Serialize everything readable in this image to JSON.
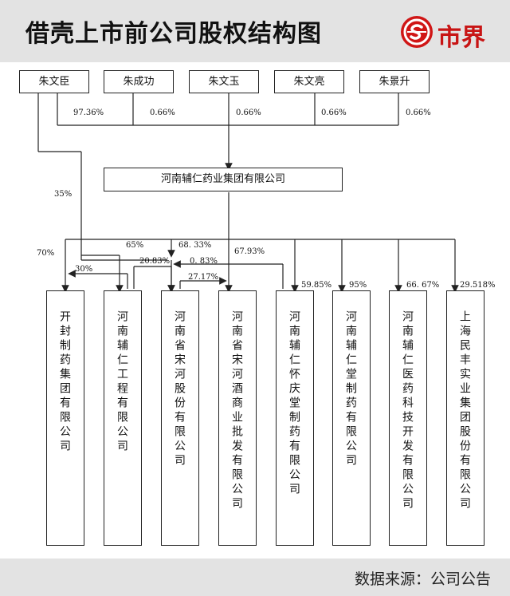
{
  "header": {
    "title": "借壳上市前公司股权结构图",
    "logo_text": "市界",
    "logo_icon": "shijie-logo-icon"
  },
  "colors": {
    "header_bg": "#e3e3e3",
    "brand_red": "#d01616",
    "line": "#222222"
  },
  "shareholders": [
    {
      "name": "朱文臣",
      "share": "97.36%"
    },
    {
      "name": "朱成功",
      "share": "0.66%"
    },
    {
      "name": "朱文玉",
      "share": "0.66%"
    },
    {
      "name": "朱文亮",
      "share": "0.66%"
    },
    {
      "name": "朱景升",
      "share": "0.66%"
    }
  ],
  "group": {
    "name": "河南辅仁药业集团有限公司"
  },
  "edge_labels": {
    "zhu_wenchen_direct": "35%",
    "to_kaifeng_pct": "70%",
    "gongcheng_to_kaifeng": "30%",
    "to_gongcheng": "65%",
    "to_songhe": "68. 33%",
    "gongcheng_to_songhe": "20.83%",
    "zhu_to_songhe": "0. 83%",
    "to_jiu": "67.93%",
    "songhe_to_jiu": "27.17%",
    "to_huaiqing": "59.85%",
    "to_rentang": "95%",
    "to_yiyao": "66. 67%",
    "to_minfeng": "29.518%"
  },
  "subsidiaries": [
    {
      "name": "开封制药集团有限公司"
    },
    {
      "name": "河南辅仁工程有限公司"
    },
    {
      "name": "河南省宋河股份有限公司"
    },
    {
      "name": "河南省宋河酒商业批发有限公司"
    },
    {
      "name": "河南辅仁怀庆堂制药有限公司"
    },
    {
      "name": "河南辅仁堂制药有限公司"
    },
    {
      "name": "河南辅仁医药科技开发有限公司"
    },
    {
      "name": "上海民丰实业集团股份有限公司"
    }
  ],
  "footer": {
    "source": "数据来源：公司公告"
  }
}
